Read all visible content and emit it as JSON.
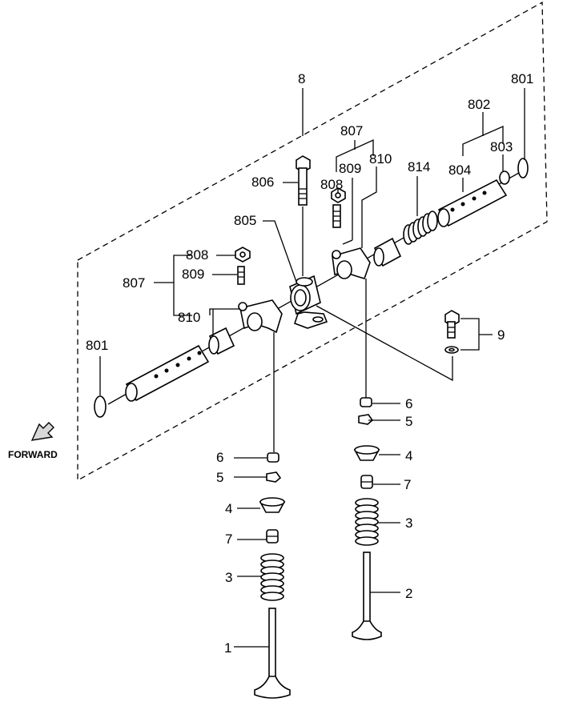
{
  "labels": {
    "l8": "8",
    "l801a": "801",
    "l801b": "801",
    "l802": "802",
    "l803": "803",
    "l804": "804",
    "l805": "805",
    "l806": "806",
    "l807a": "807",
    "l807b": "807",
    "l808a": "808",
    "l808b": "808",
    "l809a": "809",
    "l809b": "809",
    "l810a": "810",
    "l810b": "810",
    "l814": "814",
    "l9": "9",
    "l6a": "6",
    "l6b": "6",
    "l5a": "5",
    "l5b": "5",
    "l4a": "4",
    "l4b": "4",
    "l7a": "7",
    "l7b": "7",
    "l3a": "3",
    "l3b": "3",
    "l2": "2",
    "l1": "1"
  },
  "forward": "FORWARD",
  "icons": {
    "forward": "forward-arrow-icon"
  }
}
